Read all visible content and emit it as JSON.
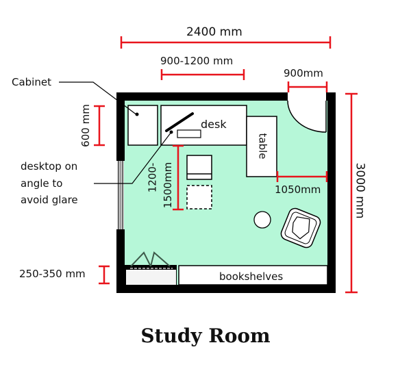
{
  "title": "Study Room",
  "colors": {
    "floor": "#b6f7d8",
    "wall": "#000000",
    "dimension": "#e8141c",
    "furniture": "#ffffff",
    "window": "#7a7a7a"
  },
  "dimensions": {
    "room_width": "2400 mm",
    "desk_width": "900-1200 mm",
    "door_width": "900mm",
    "room_depth": "3000 mm",
    "cabinet_depth": "600 mm",
    "desk_clearance_line1": "1200-",
    "desk_clearance_line2": "1500mm",
    "table_clearance": "1050mm",
    "bookshelf_depth": "250-350 mm"
  },
  "labels": {
    "cabinet": "Cabinet",
    "desktop_note_line1": "desktop on",
    "desktop_note_line2": "angle to",
    "desktop_note_line3": "avoid glare",
    "desk": "desk",
    "table": "table",
    "bookshelves": "bookshelves"
  }
}
